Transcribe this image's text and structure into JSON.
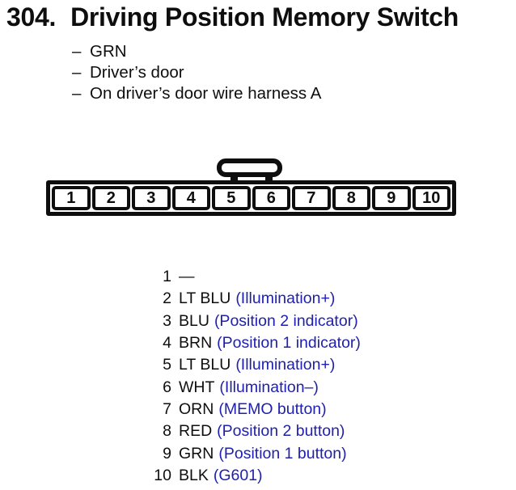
{
  "page": {
    "title_number": "304.",
    "title": "Driving Position Memory Switch",
    "note_dash": "–",
    "notes": [
      "GRN",
      "Driver’s door",
      "On driver’s door wire harness A"
    ]
  },
  "connector": {
    "pins": [
      "1",
      "2",
      "3",
      "4",
      "5",
      "6",
      "7",
      "8",
      "9",
      "10"
    ]
  },
  "pin_list": [
    {
      "pin": "1",
      "wire": "—",
      "function": ""
    },
    {
      "pin": "2",
      "wire": "LT BLU",
      "function": "(Illumination+)"
    },
    {
      "pin": "3",
      "wire": "BLU",
      "function": "(Position 2 indicator)"
    },
    {
      "pin": "4",
      "wire": "BRN",
      "function": "(Position 1 indicator)"
    },
    {
      "pin": "5",
      "wire": "LT BLU",
      "function": "(Illumination+)"
    },
    {
      "pin": "6",
      "wire": "WHT",
      "function": "(Illumination–)"
    },
    {
      "pin": "7",
      "wire": "ORN",
      "function": "(MEMO button)"
    },
    {
      "pin": "8",
      "wire": "RED",
      "function": "(Position 2 button)"
    },
    {
      "pin": "9",
      "wire": "GRN",
      "function": "(Position 1 button)"
    },
    {
      "pin": "10",
      "wire": "BLK",
      "function": "(G601)"
    }
  ],
  "colors": {
    "function_blue": "#2020ae",
    "ink_black": "#0e0e0e"
  }
}
